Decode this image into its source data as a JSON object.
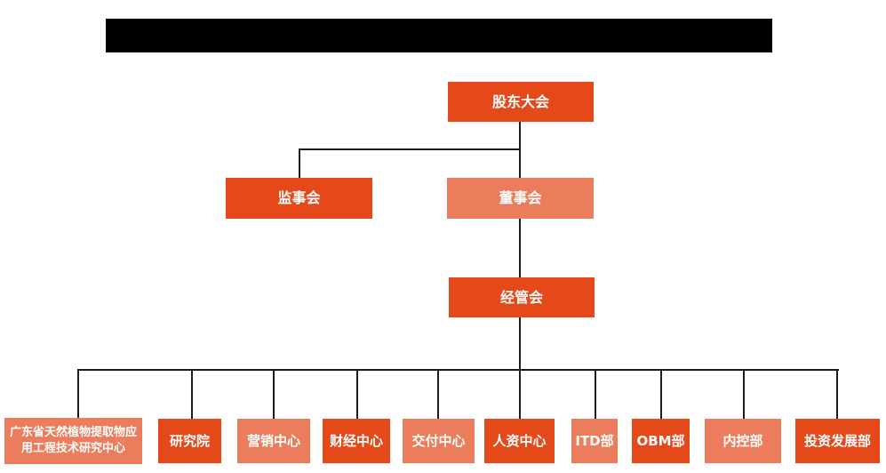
{
  "colors": {
    "primary": "#E5491A",
    "secondary": "#EC7D5C",
    "line": "#1C1C1C",
    "label_text": "#FFFFFF",
    "redacted_bar": "#000000",
    "background": "#FFFFFF"
  },
  "header": {
    "redacted_title_bar": true
  },
  "org_chart": {
    "shareholders": {
      "label": "股东大会"
    },
    "supervisory": {
      "label": "监事会"
    },
    "board": {
      "label": "董事会"
    },
    "management": {
      "label": "经管会"
    },
    "departments": [
      {
        "label": "广东省天然植物提取物应\n用工程技术研究中心"
      },
      {
        "label": "研究院"
      },
      {
        "label": "营销中心"
      },
      {
        "label": "财经中心"
      },
      {
        "label": "交付中心"
      },
      {
        "label": "人资中心"
      },
      {
        "label": "ITD部"
      },
      {
        "label": "OBM部"
      },
      {
        "label": "内控部"
      },
      {
        "label": "投资发展部"
      }
    ]
  }
}
